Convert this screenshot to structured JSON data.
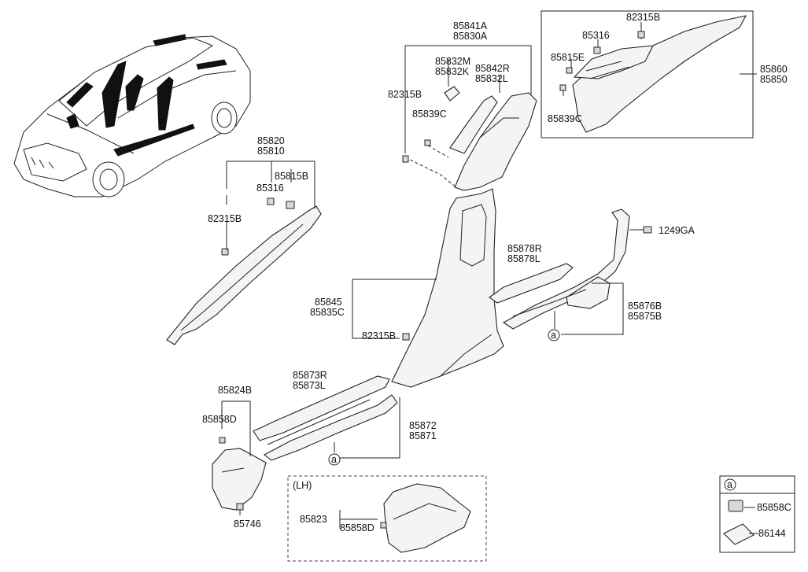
{
  "labels": {
    "p85841A": "85841A",
    "p85830A": "85830A",
    "p85832M": "85832M",
    "p85832K": "85832K",
    "p85842R": "85842R",
    "p85832L": "85832L",
    "p82315B_top": "82315B",
    "p85839C_top": "85839C",
    "p82315B_box": "82315B",
    "p85316_box": "85316",
    "p85815E": "85815E",
    "p85839C_box": "85839C",
    "p85860": "85860",
    "p85850": "85850",
    "p85820": "85820",
    "p85810": "85810",
    "p85815B": "85815B",
    "p85316_left": "85316",
    "p82315B_left": "82315B",
    "p1249GA": "1249GA",
    "p85878R": "85878R",
    "p85878L": "85878L",
    "p85845": "85845",
    "p85835C": "85835C",
    "p85876B": "85876B",
    "p85875B": "85875B",
    "p82315B_mid": "82315B",
    "callout_a_right": "a",
    "p85873R": "85873R",
    "p85873L": "85873L",
    "p85824B": "85824B",
    "p85858D_left": "85858D",
    "p85872": "85872",
    "p85871": "85871",
    "callout_a_lower": "a",
    "p85746": "85746",
    "lh_title": "(LH)",
    "p85823": "85823",
    "p85858D_lh": "85858D"
  },
  "legend": {
    "callout": "a",
    "p85858C": "85858C",
    "p86144": "86144"
  }
}
